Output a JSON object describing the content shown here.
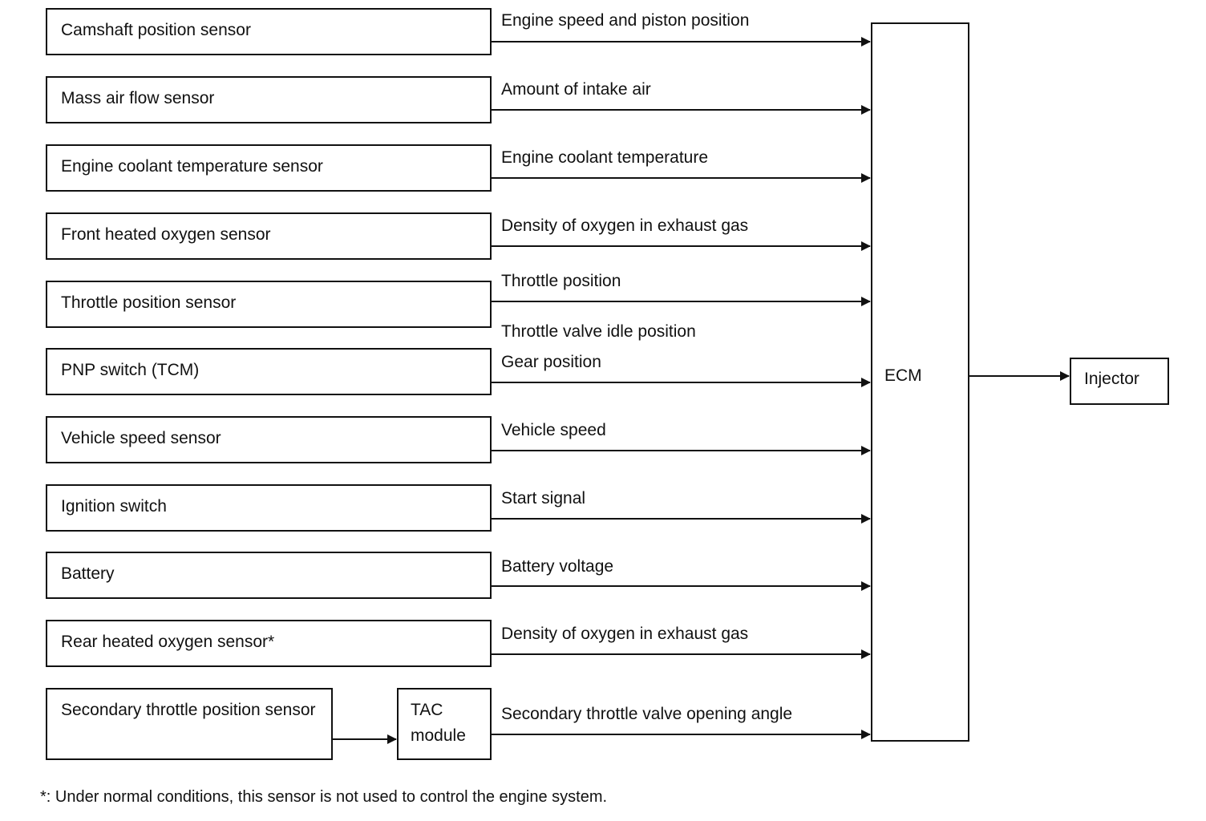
{
  "inputs": [
    {
      "source": "Camshaft position sensor",
      "signal": "Engine speed and piston position"
    },
    {
      "source": "Mass air flow sensor",
      "signal": "Amount of intake air"
    },
    {
      "source": "Engine coolant temperature sensor",
      "signal": "Engine coolant temperature"
    },
    {
      "source": "Front heated oxygen sensor",
      "signal": "Density of oxygen in exhaust gas"
    },
    {
      "source": "Throttle position sensor",
      "signal": "Throttle position",
      "signal2": "Throttle valve idle position"
    },
    {
      "source": "PNP switch (TCM)",
      "signal": "Gear position"
    },
    {
      "source": "Vehicle speed sensor",
      "signal": "Vehicle speed"
    },
    {
      "source": "Ignition switch",
      "signal": "Start signal"
    },
    {
      "source": "Battery",
      "signal": "Battery voltage"
    },
    {
      "source": "Rear heated oxygen sensor*",
      "signal": "Density of oxygen in exhaust gas"
    },
    {
      "source": "Secondary throttle position sensor",
      "signal": "Secondary throttle valve opening angle"
    }
  ],
  "tac_module": "TAC module",
  "ecm": "ECM",
  "output": "Injector",
  "footnote": "*: Under normal conditions, this sensor is not used to control the engine system."
}
